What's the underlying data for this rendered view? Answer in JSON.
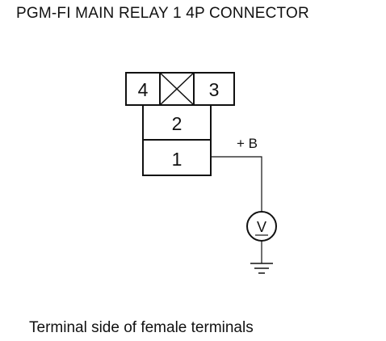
{
  "diagram": {
    "title": "PGM-FI MAIN RELAY 1 4P CONNECTOR",
    "caption": "Terminal side of female terminals",
    "terminals": {
      "t4": "4",
      "t3": "3",
      "t2": "2",
      "t1": "1"
    },
    "voltage_label": "+ B",
    "meter_symbol": "V"
  }
}
